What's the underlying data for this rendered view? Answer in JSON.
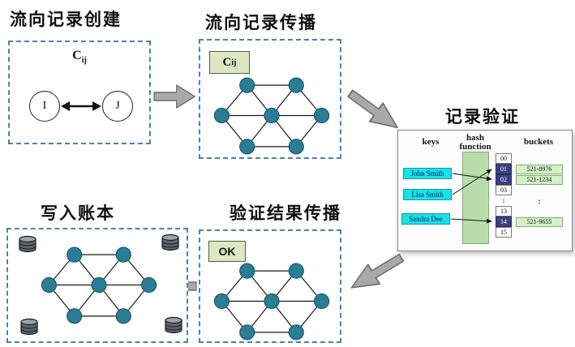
{
  "titles": {
    "create": "流向记录创建",
    "propagate": "流向记录传播",
    "verify": "记录验证",
    "result": "验证结果传播",
    "ledger": "写入账本"
  },
  "create_box": {
    "label_base": "C",
    "label_sub": "ij",
    "node_left": "I",
    "node_right": "J"
  },
  "propagate_box": {
    "badge_base": "C",
    "badge_sub": "ij"
  },
  "result_box": {
    "badge": "OK"
  },
  "hash_panel": {
    "keys_header": "keys",
    "hash_header": [
      "hash",
      "function"
    ],
    "buckets_header": "buckets",
    "keys": [
      "John Smith",
      "Lisa Smith",
      "Sandra Dee"
    ],
    "rows": [
      {
        "index": "00",
        "value": ""
      },
      {
        "index": "01",
        "value": "521-8976"
      },
      {
        "index": "02",
        "value": "521-1234"
      },
      {
        "index": "03",
        "value": ""
      },
      {
        "index": ":",
        "value": ":"
      },
      {
        "index": "13",
        "value": ""
      },
      {
        "index": "14",
        "value": "521-9655"
      },
      {
        "index": "15",
        "value": ""
      }
    ]
  },
  "colors": {
    "dashed_border": "#4a7fc1",
    "network_node": "#2a7d95",
    "arrow_fill": "#a9a9a9",
    "badge_bg": "#dce8c2",
    "key_chip_bg": "#19e2e4",
    "hash_bar_bg": "#b9dcab",
    "bucket_value_bg": "#d4f2c8",
    "index_highlight_bg": "#3d3f85"
  }
}
